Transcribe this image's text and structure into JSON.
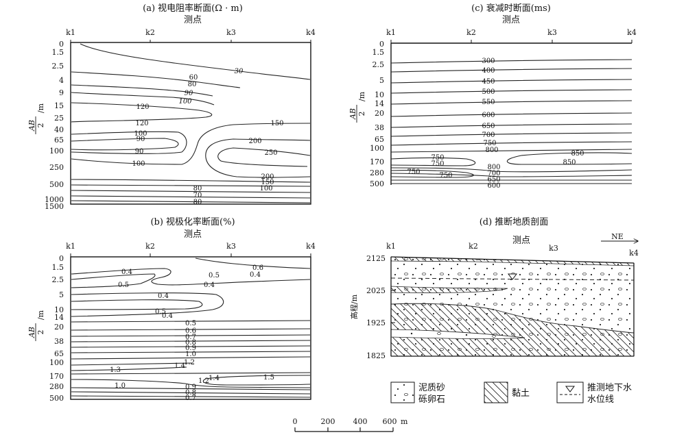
{
  "panels": {
    "a": {
      "title": "(a) 视电阻率断面(Ω · m)",
      "xlabel": "测点",
      "stations": [
        "k1",
        "k2",
        "k3",
        "k4"
      ],
      "depth_ticks": [
        "0",
        "1.5",
        "2.5",
        "4",
        "9",
        "15",
        "25",
        "40",
        "65",
        "100",
        "250",
        "500",
        "1000",
        "1500"
      ],
      "contour_labels": [
        "30",
        "60",
        "80",
        "90",
        "100",
        "120",
        "120",
        "150",
        "100",
        "90",
        "200",
        "90",
        "250",
        "100",
        "200",
        "150",
        "100",
        "80",
        "70",
        "80"
      ]
    },
    "b": {
      "title": "(b) 视极化率断面(%)",
      "xlabel": "测点",
      "stations": [
        "k1",
        "k2",
        "k3",
        "k4"
      ],
      "depth_ticks": [
        "0",
        "1.5",
        "2.5",
        "5",
        "10",
        "14",
        "20",
        "38",
        "65",
        "100",
        "170",
        "280",
        "500"
      ],
      "contour_labels": [
        "0.4",
        "0.5",
        "0.6",
        "0.4",
        "0.5",
        "0.4",
        "0.4",
        "0.5",
        "0.4",
        "0.5",
        "0.6",
        "0.7",
        "0.8",
        "0.9",
        "1.0",
        "1.2",
        "1.4",
        "1.3",
        "1.4",
        "1.5",
        "1.2",
        "1.0",
        "0.9",
        "0.8",
        "0.7"
      ]
    },
    "c": {
      "title": "(c) 衰减时断面(ms)",
      "xlabel": "测点",
      "stations": [
        "k1",
        "k2",
        "k3",
        "k4"
      ],
      "depth_ticks": [
        "0",
        "1.5",
        "2.5",
        "5",
        "10",
        "14",
        "20",
        "38",
        "65",
        "100",
        "170",
        "280",
        "500"
      ],
      "contour_labels": [
        "300",
        "400",
        "450",
        "500",
        "550",
        "600",
        "650",
        "700",
        "750",
        "800",
        "850",
        "850",
        "750",
        "750",
        "800",
        "700",
        "750",
        "750",
        "650",
        "600"
      ]
    },
    "d": {
      "title": "(d) 推断地质剖面",
      "xlabel": "测点",
      "stations": [
        "k1",
        "k2",
        "k3",
        "k4"
      ],
      "elev_ticks": [
        "2125",
        "2025",
        "1925",
        "1825"
      ],
      "ylabel": "高程/m",
      "direction": "NE"
    }
  },
  "shared_ylabel": {
    "num": "AB",
    "den": "2",
    "unit": "/m"
  },
  "legend": {
    "sand": [
      "泥质砂",
      "砾卵石"
    ],
    "clay": "黏土",
    "water": [
      "推测地下水",
      "水位线"
    ]
  },
  "scale_bar": {
    "ticks": [
      "0",
      "200",
      "400",
      "600"
    ],
    "unit": "m"
  }
}
